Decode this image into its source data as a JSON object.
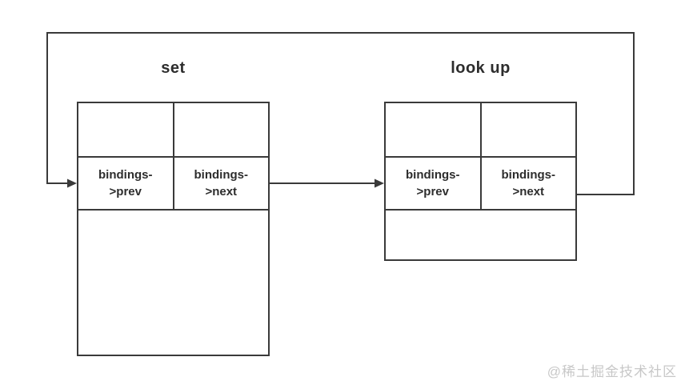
{
  "diagram": {
    "colors": {
      "background": "#ffffff",
      "line": "#3a3a3a",
      "text": "#2d2d2d",
      "watermark": "#c8c8c8"
    },
    "nodes": [
      {
        "title": "set",
        "cells": [
          {
            "line1": "bindings-",
            "line2": ">prev"
          },
          {
            "line1": "bindings-",
            "line2": ">next"
          }
        ]
      },
      {
        "title": "look up",
        "cells": [
          {
            "line1": "bindings-",
            "line2": ">prev"
          },
          {
            "line1": "bindings-",
            "line2": ">next"
          }
        ]
      }
    ],
    "watermark_text": "@稀土掘金技术社区"
  }
}
